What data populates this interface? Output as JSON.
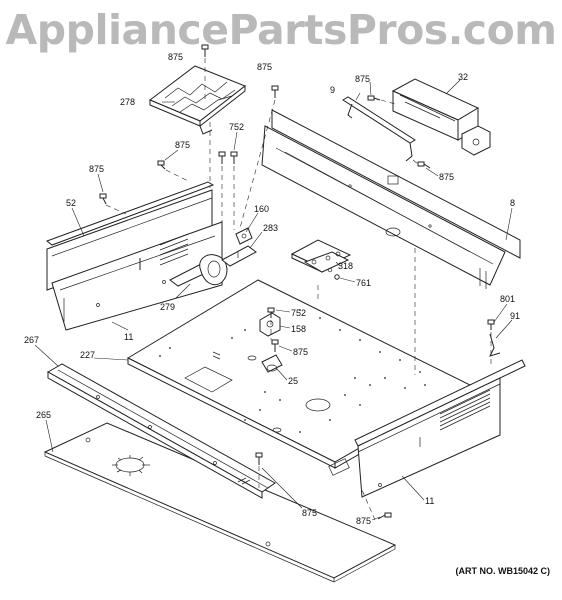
{
  "watermark": "AppliancePartsPros.com",
  "art_number": "(ART NO. WB15042 C)",
  "callouts": {
    "c875_top": "875",
    "c278": "278",
    "c875_a": "875",
    "c752_a": "752",
    "c875_b": "875",
    "c875_left": "875",
    "c52": "52",
    "c160": "160",
    "c283": "283",
    "c279": "279",
    "c11_left": "11",
    "c9": "9",
    "c875_c": "875",
    "c32": "32",
    "c875_d": "875",
    "c8": "8",
    "c318": "318",
    "c761": "761",
    "c752_b": "752",
    "c158": "158",
    "c875_e": "875",
    "c25": "25",
    "c801": "801",
    "c91": "91",
    "c267": "267",
    "c227": "227",
    "c265": "265",
    "c875_bottom": "875",
    "c11_right": "11",
    "c875_br": "875"
  }
}
